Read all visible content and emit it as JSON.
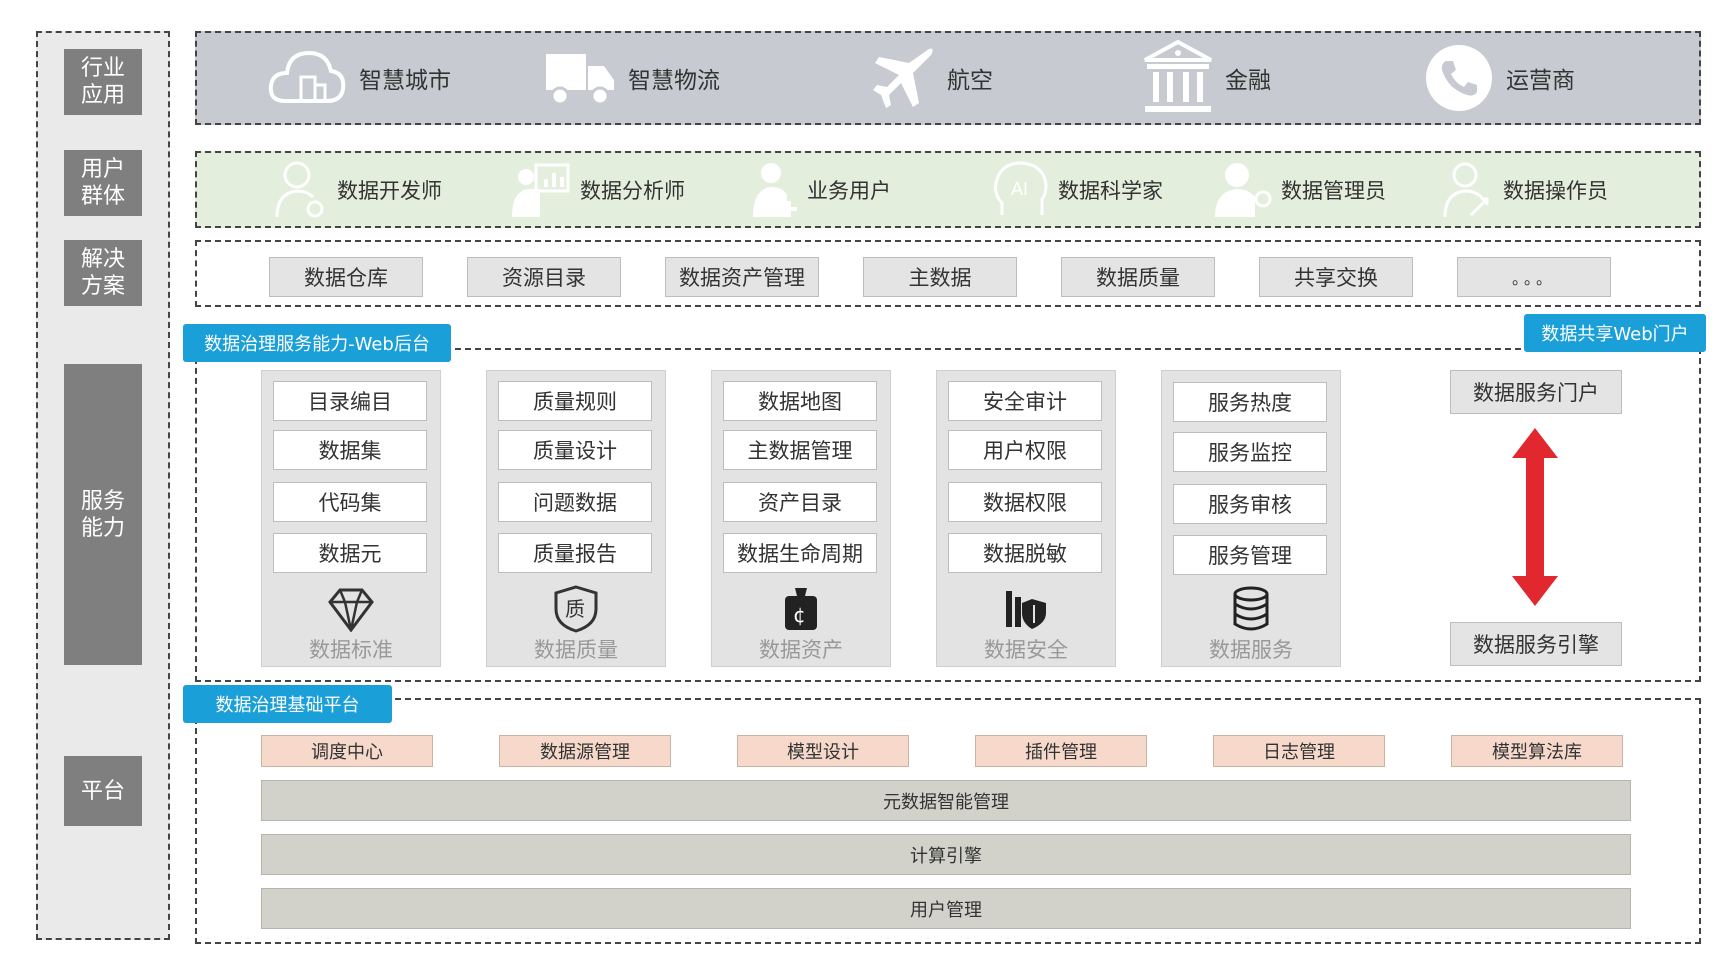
{
  "left_column": {
    "labels": [
      "行业\n应用",
      "用户\n群体",
      "解决\n方案",
      "服务\n能力",
      "平台"
    ]
  },
  "industries": [
    {
      "label": "智慧城市",
      "icon": "cloud-city-icon"
    },
    {
      "label": "智慧物流",
      "icon": "truck-icon"
    },
    {
      "label": "航空",
      "icon": "airplane-icon"
    },
    {
      "label": "金融",
      "icon": "bank-icon"
    },
    {
      "label": "运营商",
      "icon": "phone-icon"
    }
  ],
  "users": [
    {
      "label": "数据开发师",
      "icon": "developer-icon"
    },
    {
      "label": "数据分析师",
      "icon": "analyst-icon"
    },
    {
      "label": "业务用户",
      "icon": "business-user-icon"
    },
    {
      "label": "数据科学家",
      "icon": "ai-head-icon"
    },
    {
      "label": "数据管理员",
      "icon": "admin-icon"
    },
    {
      "label": "数据操作员",
      "icon": "operator-icon"
    }
  ],
  "solutions": [
    "数据仓库",
    "资源目录",
    "数据资产管理",
    "主数据",
    "数据质量",
    "共享交换",
    "。。。"
  ],
  "service": {
    "tag": "数据治理服务能力-Web后台",
    "portal_tag": "数据共享Web门户",
    "panels": [
      {
        "items": [
          "目录编目",
          "数据集",
          "代码集",
          "数据元"
        ],
        "title": "数据标准",
        "icon": "diamond-icon"
      },
      {
        "items": [
          "质量规则",
          "质量设计",
          "问题数据",
          "质量报告"
        ],
        "title": "数据质量",
        "icon": "quality-shield-icon"
      },
      {
        "items": [
          "数据地图",
          "主数据管理",
          "资产目录",
          "数据生命周期"
        ],
        "title": "数据资产",
        "icon": "asset-bag-icon"
      },
      {
        "items": [
          "安全审计",
          "用户权限",
          "数据权限",
          "数据脱敏"
        ],
        "title": "数据安全",
        "icon": "security-icon"
      },
      {
        "items": [
          "服务热度",
          "服务监控",
          "服务审核",
          "服务管理"
        ],
        "title": "数据服务",
        "icon": "database-icon"
      }
    ],
    "portal_top": "数据服务门户",
    "portal_bottom": "数据服务引擎",
    "arrow_color": "#e0282e"
  },
  "platform": {
    "tag": "数据治理基础平台",
    "modules": [
      "调度中心",
      "数据源管理",
      "模型设计",
      "插件管理",
      "日志管理",
      "模型算法库"
    ],
    "bars": [
      "元数据智能管理",
      "计算引擎",
      "用户管理"
    ]
  },
  "colors": {
    "tag": "#1a9fd8",
    "industry_bg": "#c7cbd1",
    "user_bg": "#e3eedc",
    "platform_module": "#f6d9cb"
  }
}
